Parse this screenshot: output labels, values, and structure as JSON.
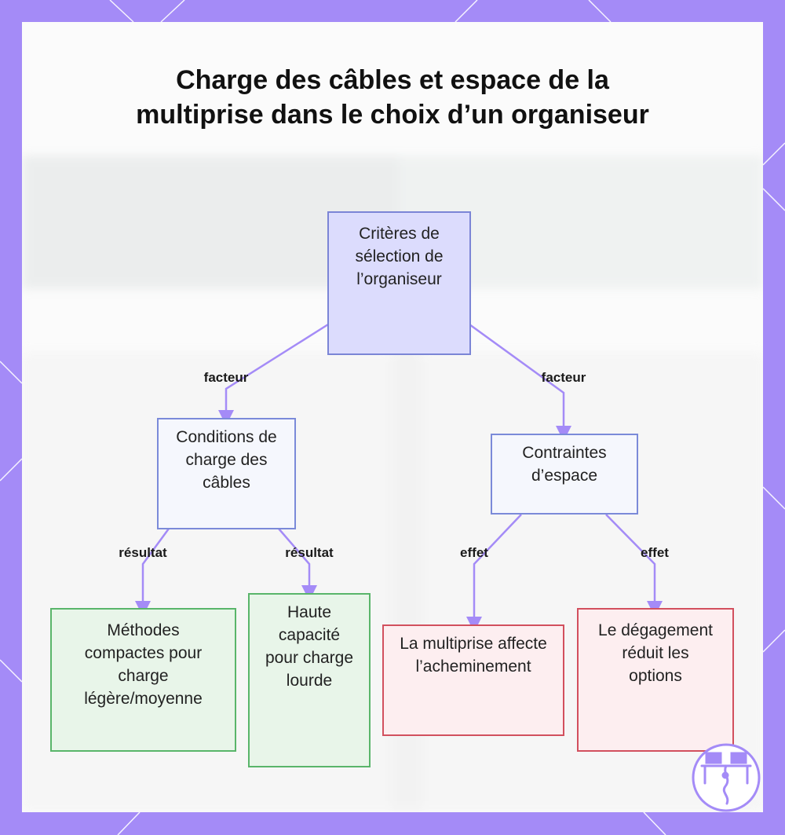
{
  "title": "Charge des câbles et espace de la multiprise dans le choix d’un organiseur",
  "nodes": {
    "root": "Critères de sélection de l’organiseur",
    "cable_load": "Conditions de charge des câbles",
    "space": "Contraintes d’espace",
    "compact": "Méthodes compactes pour charge légère/moyenne",
    "high_capacity": "Haute capacité pour charge lourde",
    "power_strip": "La multiprise affecte l’acheminement",
    "clearance": "Le dégagement réduit les options"
  },
  "edges": {
    "root_to_cable": "facteur",
    "root_to_space": "facteur",
    "cable_to_compact": "résultat",
    "cable_to_high": "résultat",
    "space_to_strip": "effet",
    "space_to_clearance": "effet"
  },
  "colors": {
    "frame": "#a48bf7",
    "edge": "#a48bf7",
    "root_fill": "#dcdcfd",
    "green_fill": "#e8f5e9",
    "green_border": "#59b56a",
    "red_fill": "#fdeef0",
    "red_border": "#d2505e"
  },
  "icons": [
    "desk-organizer-logo-icon"
  ]
}
